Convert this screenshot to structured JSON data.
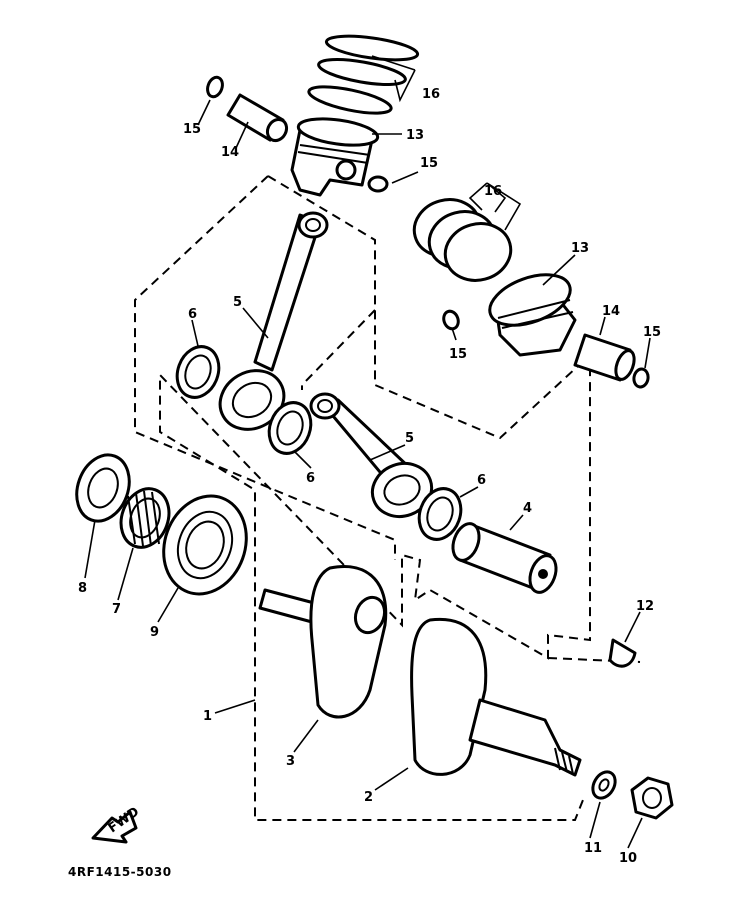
{
  "diagram": {
    "callouts": {
      "crankshaft_assy": "1",
      "crank_2": "2",
      "crank_3": "3",
      "crank_pin": "4",
      "conrod_a": "5",
      "conrod_b": "5",
      "washer_a": "6",
      "washer_b": "6",
      "washer_c": "6",
      "bearing_7": "7",
      "oil_seal": "8",
      "bearing_9": "9",
      "nut": "10",
      "washer_11": "11",
      "key": "12",
      "piston_a": "13",
      "piston_b": "13",
      "pin_a": "14",
      "pin_b": "14",
      "clip_a": "15",
      "clip_b": "15",
      "clip_c": "15",
      "clip_d": "15",
      "rings_a": "16",
      "rings_b": "16"
    },
    "part_code": "4RF1415-5030",
    "fwd_label": "FWD"
  }
}
